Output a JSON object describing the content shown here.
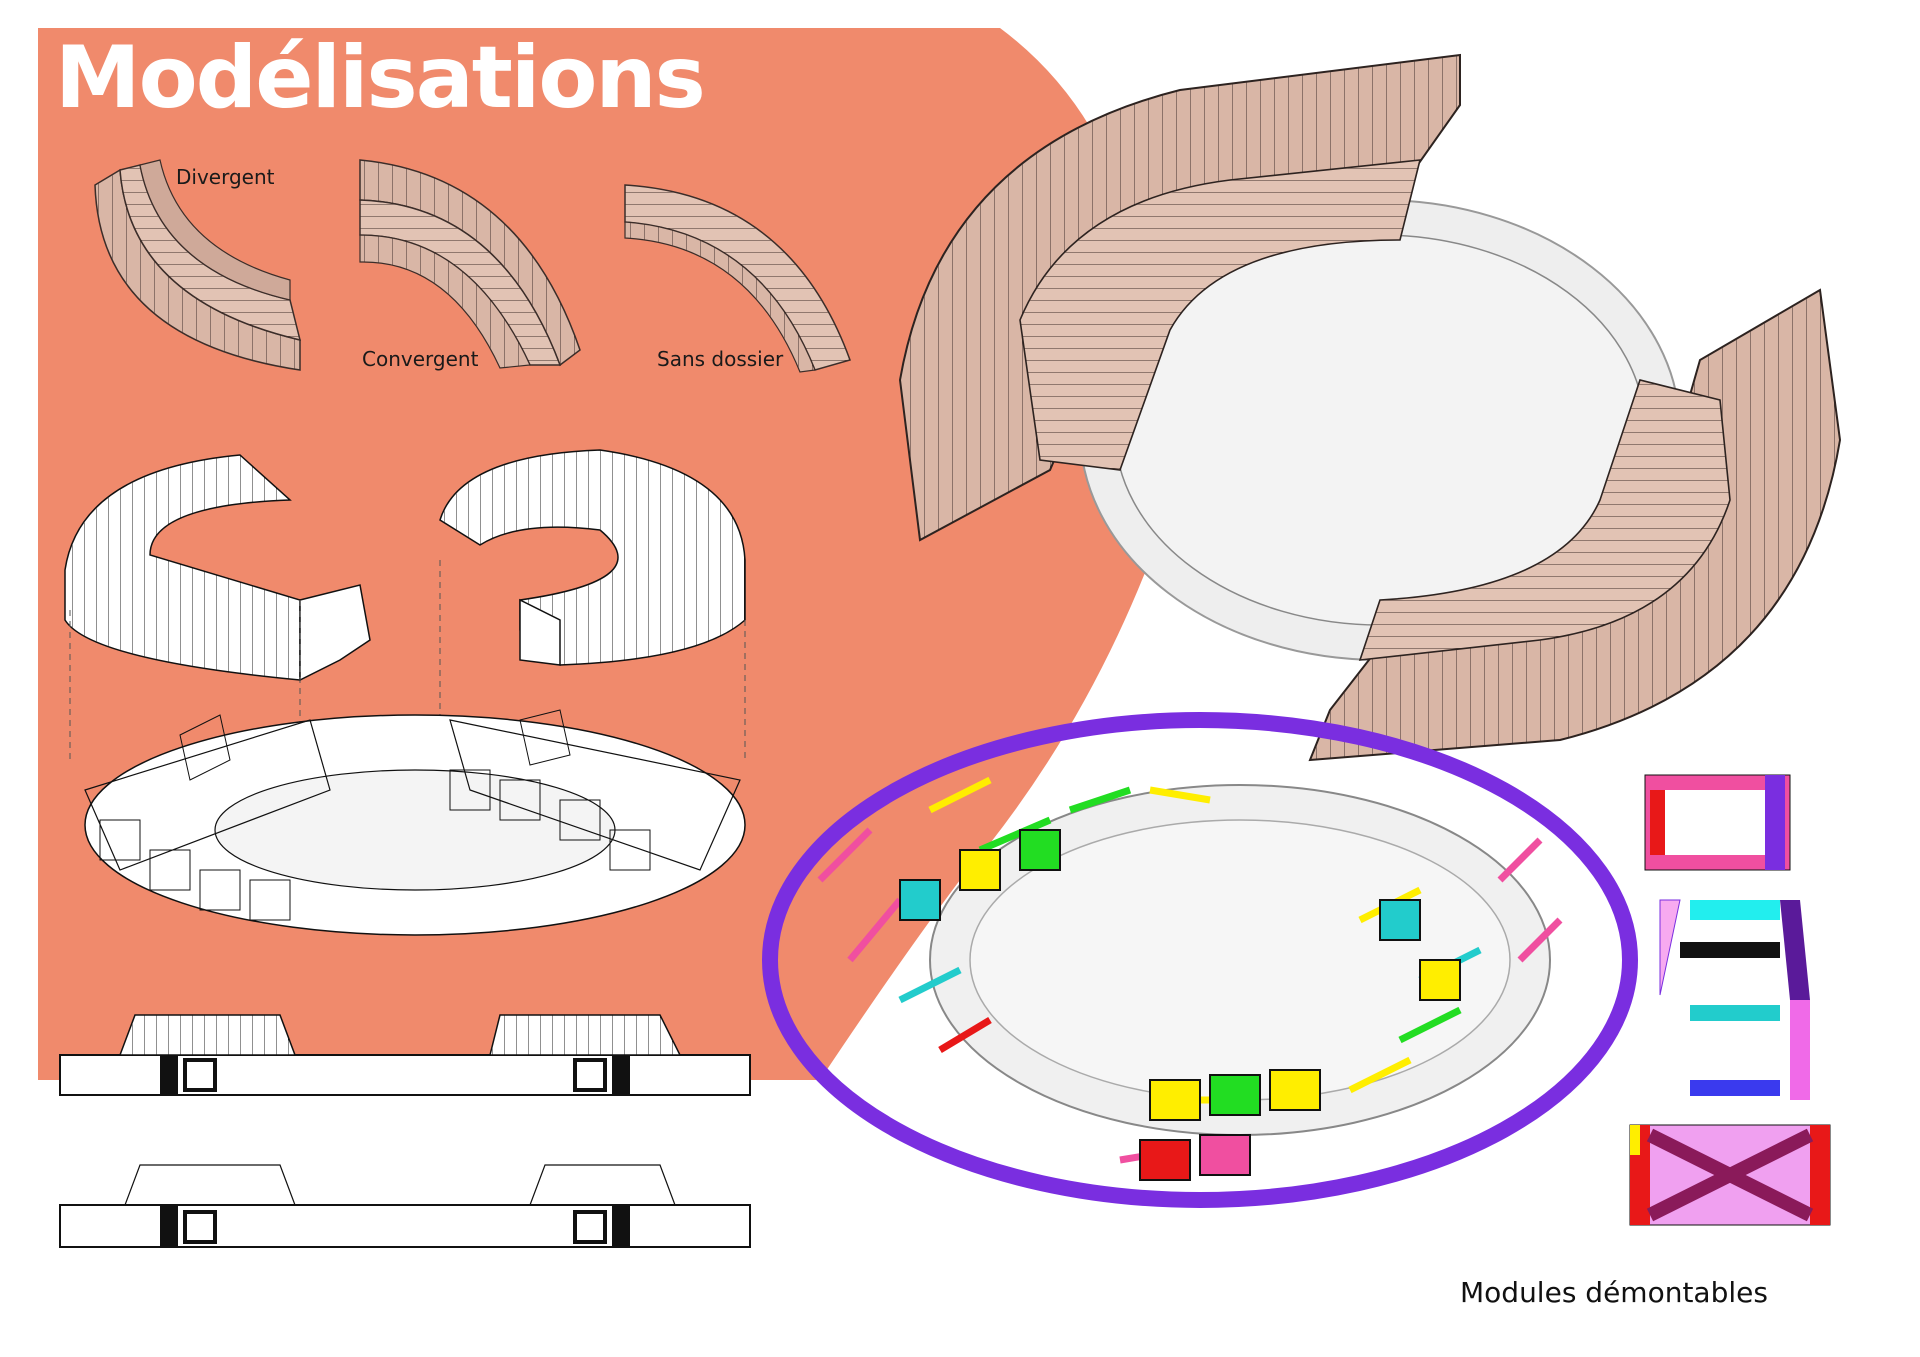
{
  "title": "Modélisations",
  "labels": {
    "divergent": "Divergent",
    "convergent": "Convergent",
    "sans_dossier": "Sans dossier"
  },
  "caption": "Modules démontables",
  "colors": {
    "background_shape": "#f08a6c",
    "wood": "#d8b4a4",
    "wood_dark": "#b8958a",
    "wood_light": "#f0cfc0",
    "base_ring": "#eeeeee",
    "purple": "#7a2ee0",
    "pink": "#f04fa0",
    "yellow": "#ffee00",
    "green": "#22dd22",
    "cyan": "#22cccc",
    "red": "#e81818",
    "black": "#111111"
  },
  "figures": [
    {
      "name": "module-divergent",
      "type": "isometric-seat-module"
    },
    {
      "name": "module-convergent",
      "type": "isometric-seat-module"
    },
    {
      "name": "module-sans-dossier",
      "type": "isometric-seat-module"
    },
    {
      "name": "exploded-assembly",
      "type": "line-drawing"
    },
    {
      "name": "frame-structure",
      "type": "line-drawing"
    },
    {
      "name": "section-elevation-clad",
      "type": "section"
    },
    {
      "name": "section-elevation-frame",
      "type": "section"
    },
    {
      "name": "large-ring-render",
      "type": "isometric-render"
    },
    {
      "name": "colored-modules-ring",
      "type": "isometric-color-diagram"
    },
    {
      "name": "module-parts-legend",
      "type": "exploded-parts"
    }
  ]
}
